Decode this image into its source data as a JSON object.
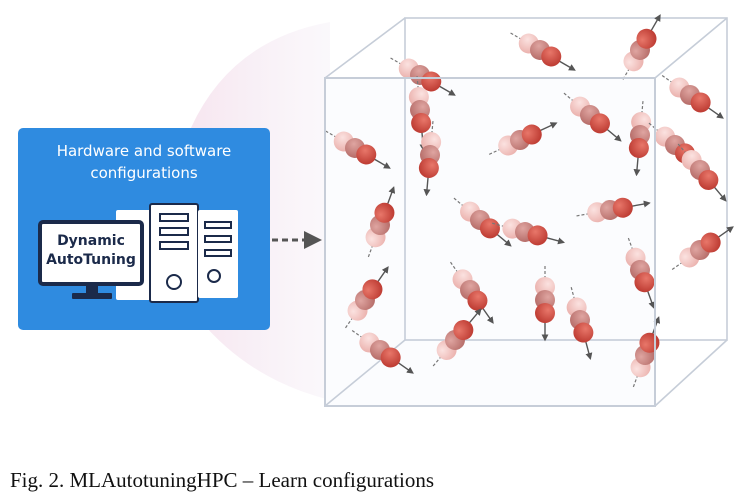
{
  "panel": {
    "title_line1": "Hardware and software",
    "title_line2": "configurations",
    "screen_line1": "Dynamic",
    "screen_line2": "AutoTuning",
    "color": "#2f8be0"
  },
  "caption": "Fig. 2.   MLAutotuningHPC – Learn configurations",
  "icons": [
    "monitor-icon",
    "server-rack-icon",
    "dashed-arrow-icon",
    "molecule-chain-icon"
  ],
  "colors": {
    "particle_dark": "#cf4c40",
    "particle_mid": "#c98784",
    "particle_light": "#f2c5c2",
    "cube_edge": "#c6cdd8",
    "arrow": "#555555"
  }
}
